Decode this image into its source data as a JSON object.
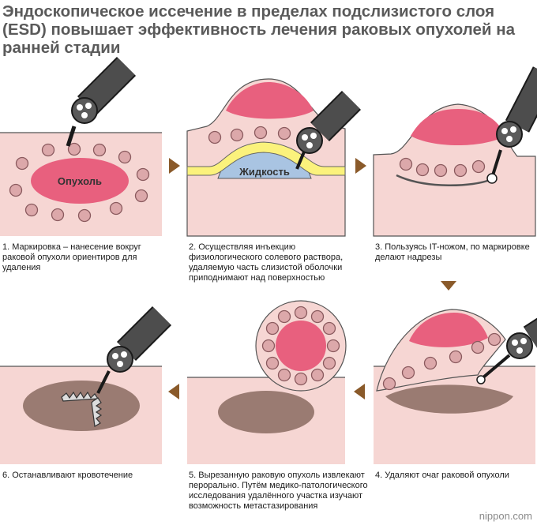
{
  "title": "Эндоскопическое иссечение в пределах подслизистого слоя (ESD) повышает эффективность лечения раковых опухолей на ранней стадии",
  "labels": {
    "tumor": "Опухоль",
    "fluid": "Жидкость"
  },
  "steps": [
    {
      "caption": "1. Маркировка – нанесение вокруг раковой опухоли ориентиров для удаления"
    },
    {
      "caption": "2. Осуществляя инъекцию физиологического солевого раствора, удаляемую часть слизистой оболочки приподнимают над поверхностью"
    },
    {
      "caption": "3. Пользуясь IT-ножом, по маркировке делают надрезы"
    },
    {
      "caption": "4. Удаляют очаг раковой опухоли"
    },
    {
      "caption": "5. Вырезанную раковую опухоль извлекают перорально. Путём медико-патологического исследования удалённого участка изучают возможность метастазирования"
    },
    {
      "caption": "6. Останавливают кровотечение"
    }
  ],
  "brand": "nippon.com",
  "colors": {
    "tissue": "#f6d6d3",
    "tumor": "#e8607e",
    "marker": "#dca8aa",
    "fluid": "#a9c4e2",
    "submucosa": "#fbf27c",
    "wound": "#9a7b72",
    "scope": "#4d4d4d",
    "arrow": "#8a5a2a"
  }
}
